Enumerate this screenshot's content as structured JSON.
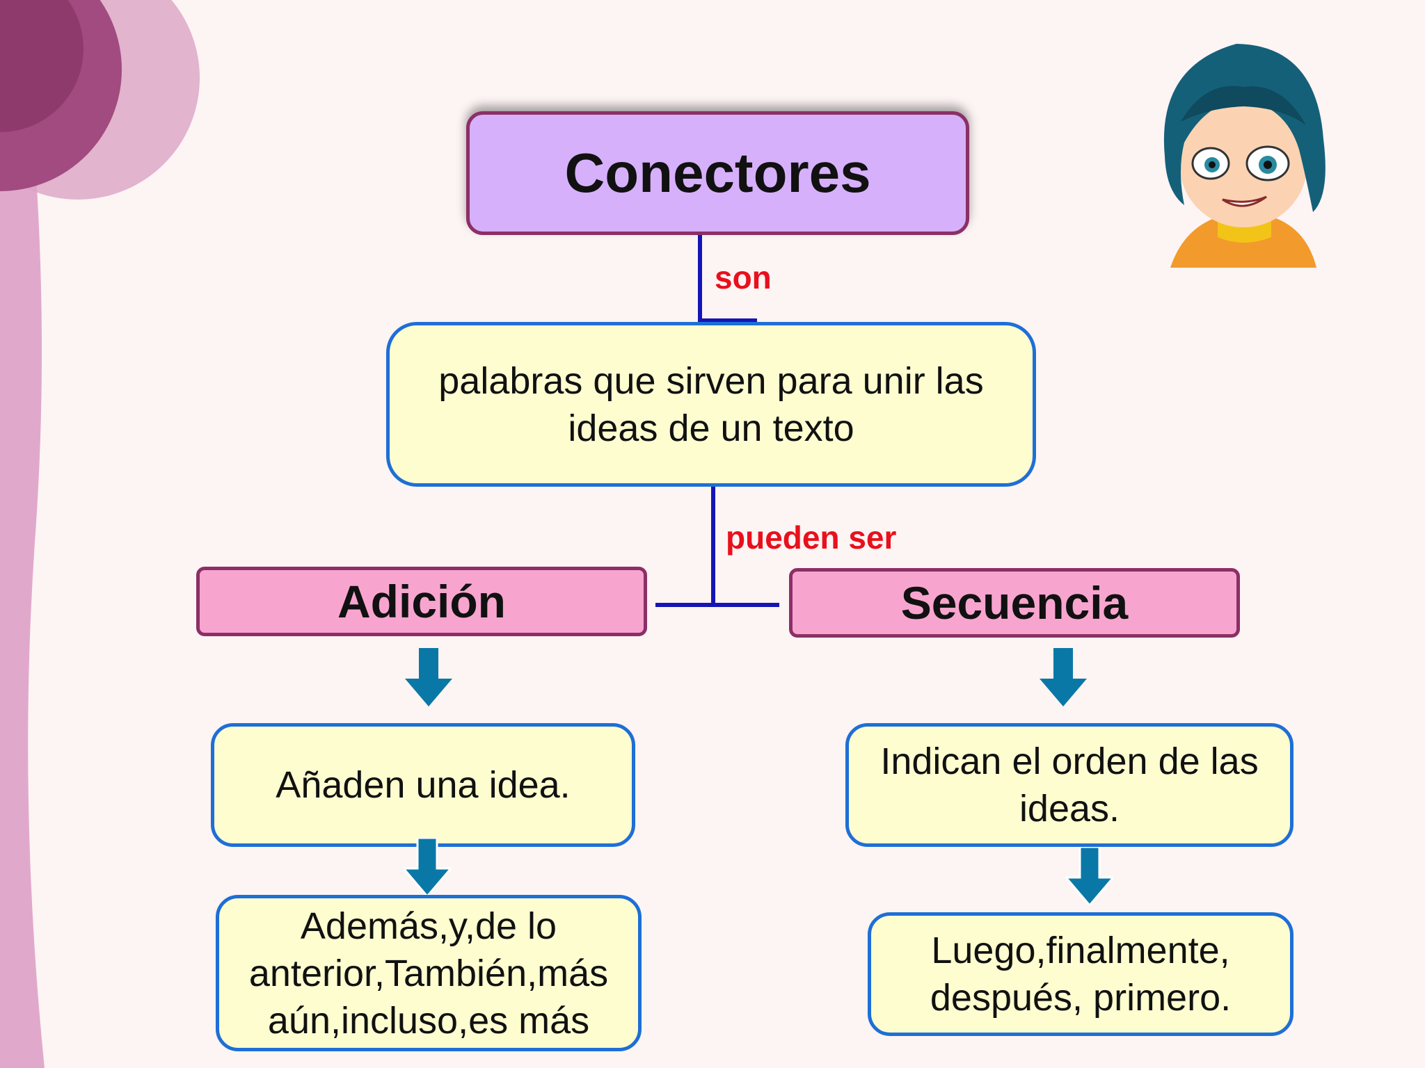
{
  "title": "Conectores",
  "link_son": "son",
  "definition": "palabras que sirven para unir las ideas de un texto",
  "link_pueden_ser": "pueden ser",
  "categories": [
    {
      "name": "Adición",
      "description": "Añaden una idea.",
      "examples": "Además,y,de lo anterior,También,más aún,incluso,es más"
    },
    {
      "name": "Secuencia",
      "description": "Indican el orden de las ideas.",
      "examples": "Luego,finalmente, después, primero."
    }
  ],
  "colors": {
    "title_fill": "#d7b0fb",
    "title_border": "#8c2f66",
    "box_fill": "#fdfdd0",
    "box_border": "#1e6fd6",
    "category_fill": "#f7a5cf",
    "connector_line": "#1515b5",
    "link_text": "#e8101c",
    "arrow": "#0a78a6"
  }
}
